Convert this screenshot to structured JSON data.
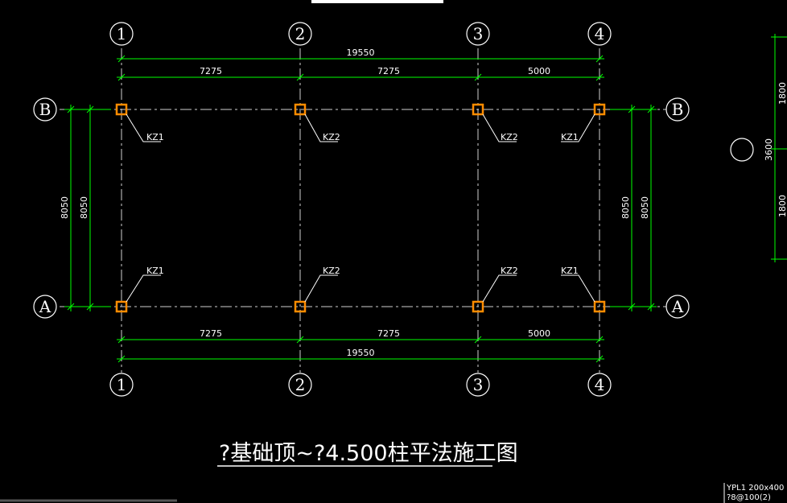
{
  "drawing": {
    "title": "?基础顶~?4.500柱平法施工图",
    "colors": {
      "background": "#000000",
      "axis_line": "#ffffff",
      "dimension": "#00ff00",
      "column": "#ff8c00",
      "text": "#ffffff"
    },
    "grid_axes_x": [
      "1",
      "2",
      "3",
      "4"
    ],
    "grid_axes_y": [
      "B",
      "A"
    ],
    "dimensions": {
      "top_total": "19550",
      "top_spans": [
        "7275",
        "7275",
        "5000"
      ],
      "bottom_spans": [
        "7275",
        "7275",
        "5000"
      ],
      "bottom_total": "19550",
      "left_outer": "8050",
      "left_inner": "8050",
      "right_inner": "8050",
      "right_outer": "8050",
      "side_detail": [
        "1800",
        "3600",
        "1800"
      ]
    },
    "column_tags": {
      "row_B": [
        "KZ1",
        "KZ2",
        "KZ2",
        "KZ1"
      ],
      "row_A": [
        "KZ1",
        "KZ2",
        "KZ2",
        "KZ1"
      ]
    },
    "beam_note": {
      "line1": "YPL1 200x400",
      "line2": "?8@100(2)"
    }
  }
}
